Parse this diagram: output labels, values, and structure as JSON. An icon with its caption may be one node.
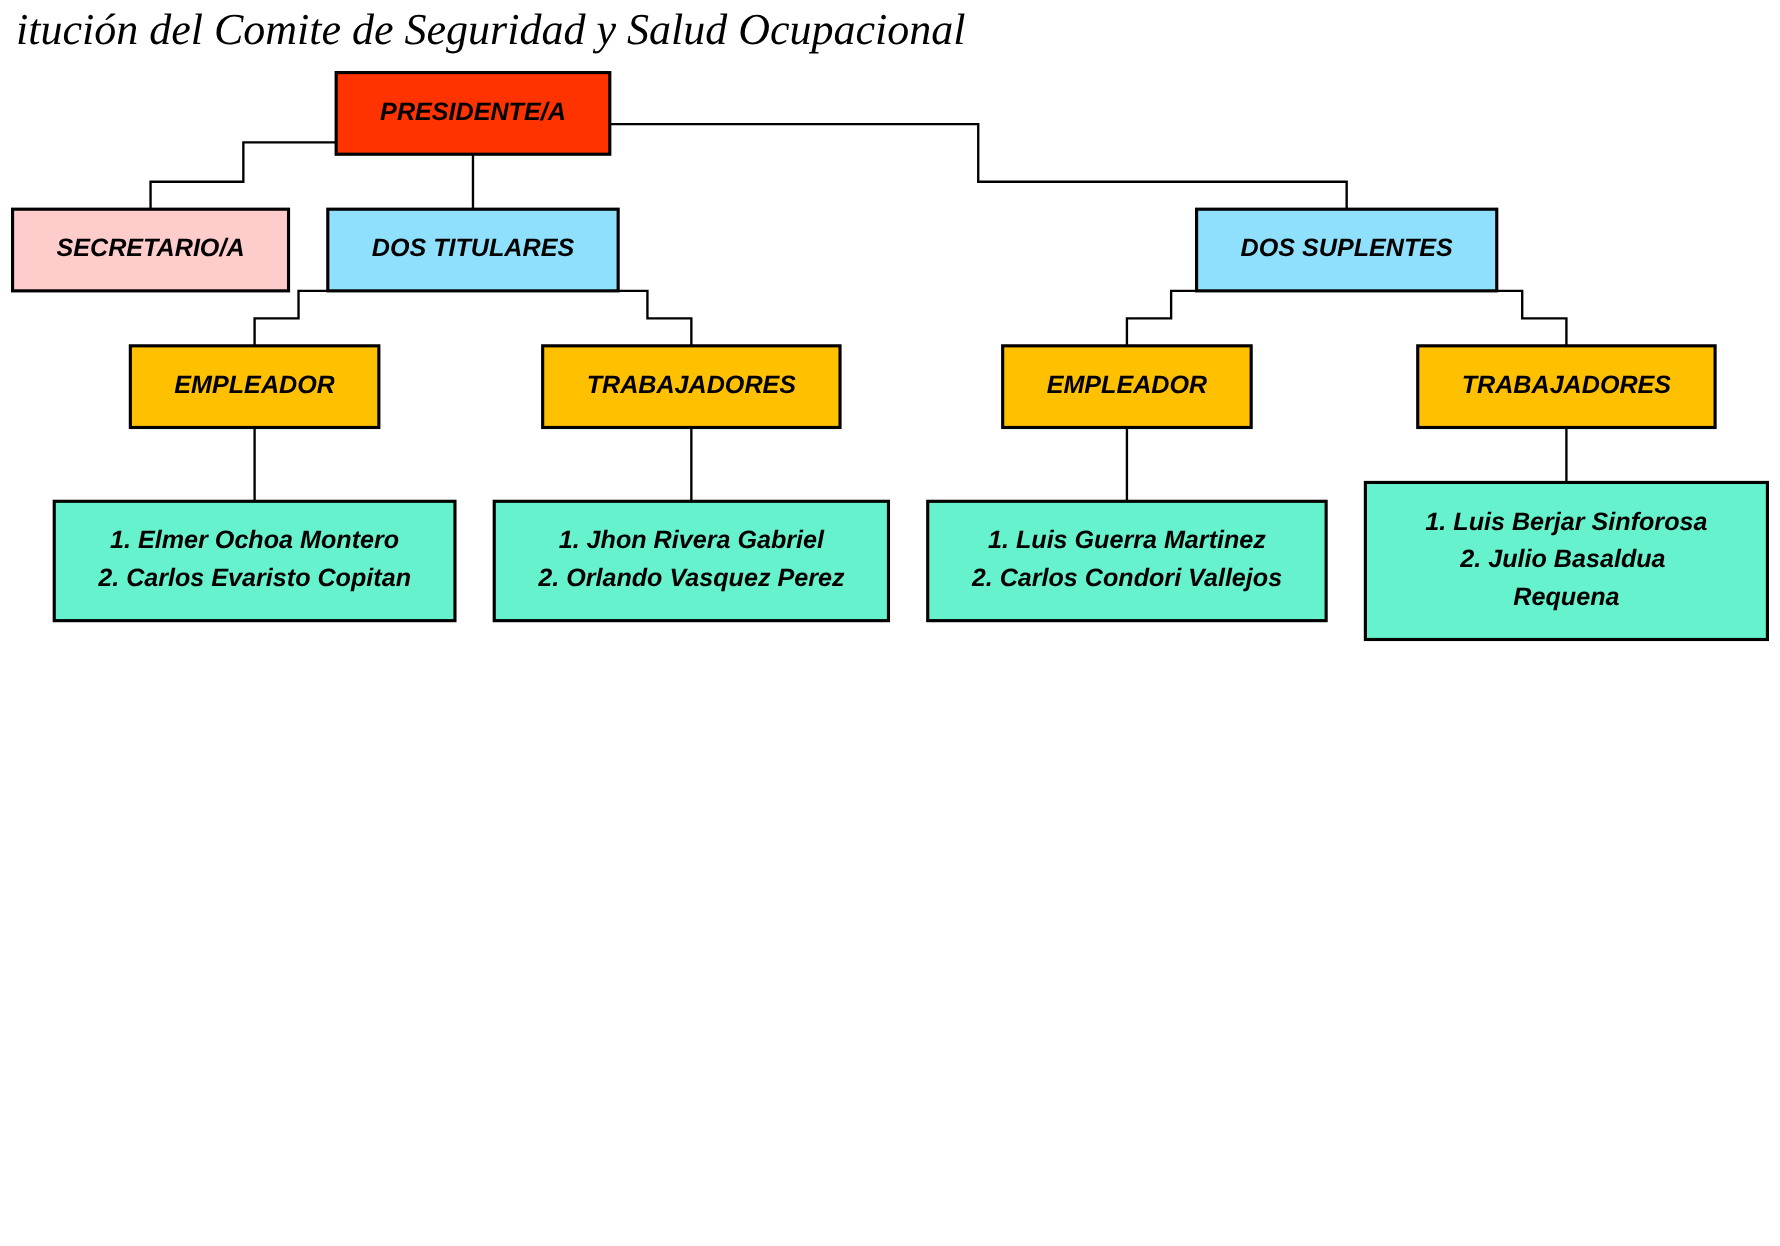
{
  "diagram": {
    "title": "itución del Comite de Seguridad y Salud Ocupacional",
    "nodes": [
      {
        "text": [
          "PRESIDENTE/A"
        ]
      },
      {
        "text": [
          "SECRETARIO/A"
        ]
      },
      {
        "text": [
          "DOS TITULARES"
        ]
      },
      {
        "text": [
          "DOS SUPLENTES"
        ]
      },
      {
        "text": [
          "EMPLEADOR"
        ]
      },
      {
        "text": [
          "TRABAJADORES"
        ]
      },
      {
        "text": [
          "EMPLEADOR"
        ]
      },
      {
        "text": [
          "TRABAJADORES"
        ]
      },
      {
        "text": [
          "1. Elmer Ochoa Montero",
          "2. Carlos Evaristo Copitan"
        ]
      },
      {
        "text": [
          "1. Jhon Rivera Gabriel",
          "2. Orlando Vasquez Perez"
        ]
      },
      {
        "text": [
          "1. Luis Guerra Martinez",
          "2. Carlos Condori Vallejos"
        ]
      },
      {
        "text": [
          "1. Luis Berjar Sinforosa",
          "2. Julio Basaldua Requena"
        ]
      }
    ],
    "edges": [
      {
        "from": 0,
        "to": 1,
        "arrow": "none"
      },
      {
        "from": 0,
        "to": 2,
        "arrow": "none"
      },
      {
        "from": 0,
        "to": 3,
        "arrow": "none"
      },
      {
        "from": 2,
        "to": 4,
        "arrow": "none"
      },
      {
        "from": 2,
        "to": 5,
        "arrow": "none"
      },
      {
        "from": 3,
        "to": 6,
        "arrow": "none"
      },
      {
        "from": 3,
        "to": 7,
        "arrow": "none"
      },
      {
        "from": 4,
        "to": 8,
        "arrow": "none"
      },
      {
        "from": 5,
        "to": 9,
        "arrow": "none"
      },
      {
        "from": 6,
        "to": 10,
        "arrow": "none"
      },
      {
        "from": 7,
        "to": 11,
        "arrow": "none"
      }
    ]
  }
}
